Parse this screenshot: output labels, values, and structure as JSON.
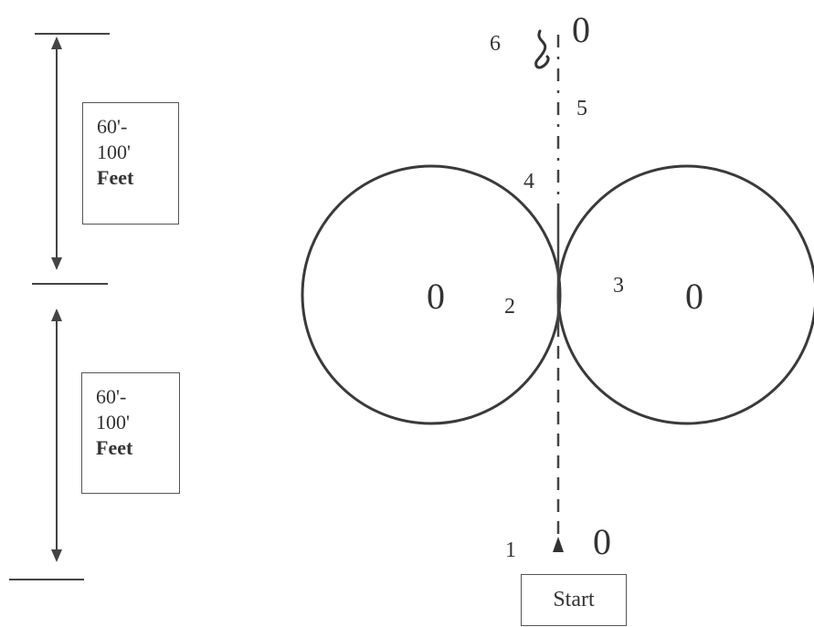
{
  "dimensions": {
    "upper": {
      "line1": "60'-",
      "line2": "100'",
      "unit": "Feet"
    },
    "lower": {
      "line1": "60'-",
      "line2": "100'",
      "unit": "Feet"
    }
  },
  "points": {
    "p1": "1",
    "p2": "2",
    "p3": "3",
    "p4": "4",
    "p5": "5",
    "p6": "6"
  },
  "markers": {
    "zero": "0"
  },
  "start_label": "Start",
  "colors": {
    "ink": "#333333",
    "line": "#555555"
  }
}
